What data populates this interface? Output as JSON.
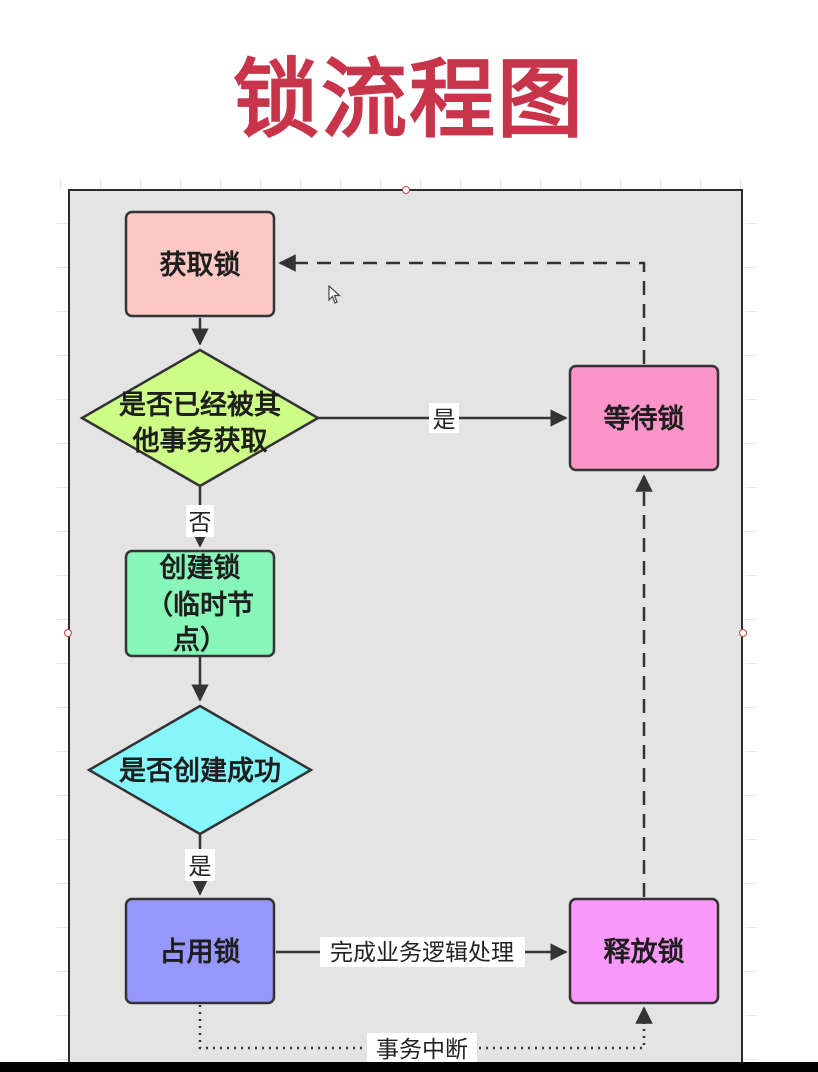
{
  "title": "锁流程图",
  "nodes": {
    "acquire_lock": "获取锁",
    "check_acquired": [
      "是否已经被其",
      "他事务获取"
    ],
    "create_lock": [
      "创建锁",
      "（临时节",
      "点）"
    ],
    "check_created": "是否创建成功",
    "occupy_lock": "占用锁",
    "wait_lock": "等待锁",
    "release_lock": "释放锁"
  },
  "edges": {
    "yes_to_wait": "是",
    "no_to_create": "否",
    "yes_to_occupy": "是",
    "business_done": "完成业务逻辑处理",
    "txn_interrupt": "事务中断"
  },
  "colors": {
    "title": "#c8344a",
    "acquire_lock": "#fbc8c4",
    "check_acquired": "#cdfd86",
    "create_lock": "#88f5b9",
    "check_created": "#86f6fb",
    "occupy_lock": "#9898fc",
    "wait_lock": "#fb94c8",
    "release_lock": "#fb98fb",
    "canvas": "#e4e4e4"
  }
}
